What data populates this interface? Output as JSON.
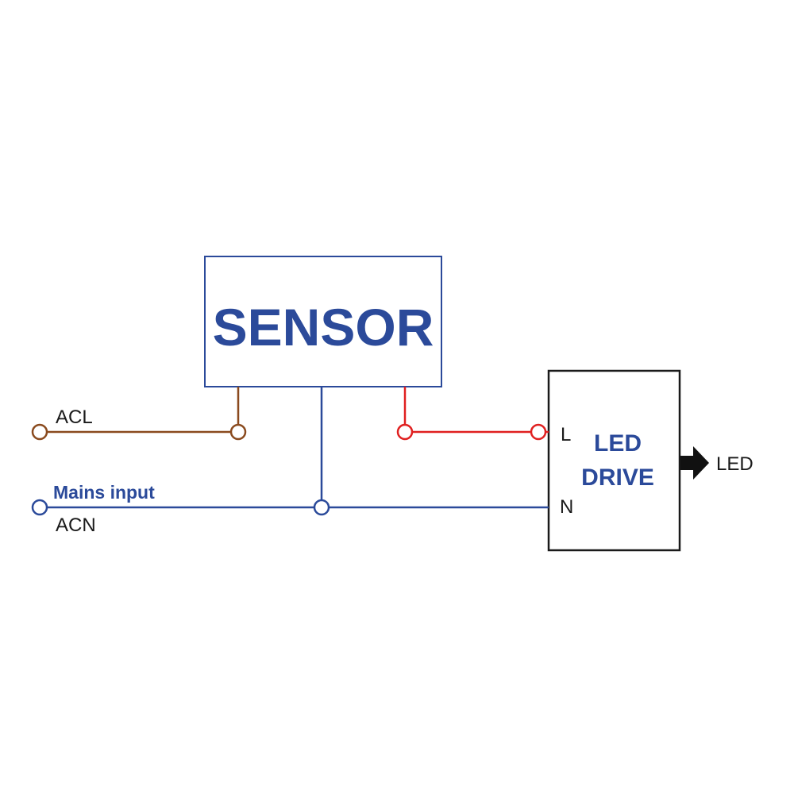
{
  "colors": {
    "box_border": "#2b4a9a",
    "neutral_wire": "#2b4a9a",
    "live_in_wire": "#8a4a1e",
    "live_out_wire": "#e02020",
    "driver_border": "#1a1a1a",
    "label_blue": "#2b4a9a",
    "label_dark": "#1a1a1a"
  },
  "sensor": {
    "label": "SENSOR"
  },
  "driver": {
    "label_line1": "LED",
    "label_line2": "DRIVE",
    "terminal_l": "L",
    "terminal_n": "N"
  },
  "inputs": {
    "acl": "ACL",
    "acn": "ACN",
    "mains": "Mains input"
  },
  "output": {
    "label": "LED",
    "arrow_icon": "right-arrow-icon"
  }
}
